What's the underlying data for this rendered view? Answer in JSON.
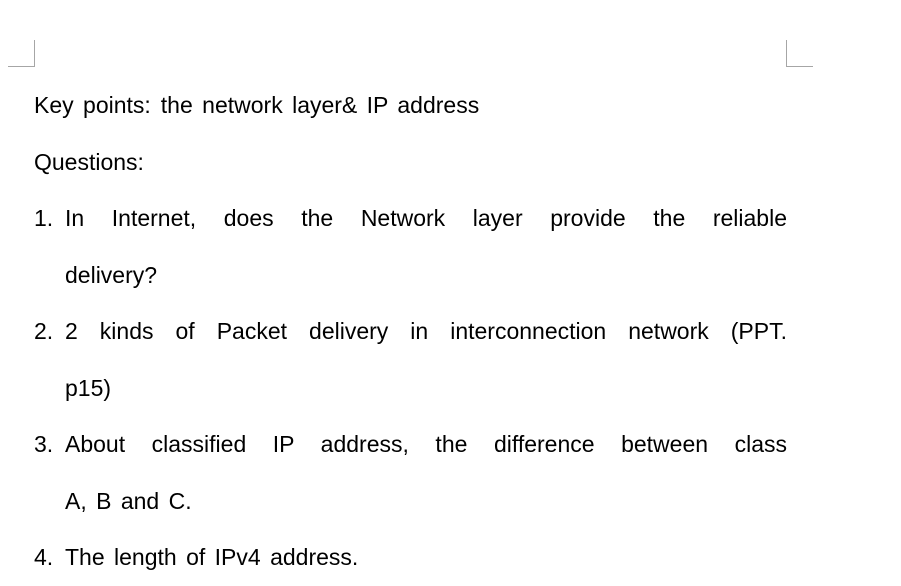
{
  "key_points": {
    "label": "Key points:",
    "text": "the network layer& IP address"
  },
  "questions_heading": "Questions:",
  "questions": [
    {
      "number": "1.",
      "line1": "In Internet, does the Network layer provide the reliable",
      "line2": "delivery?"
    },
    {
      "number": "2.",
      "line1": "2 kinds of Packet delivery in interconnection network (PPT.",
      "line2": "p15)"
    },
    {
      "number": "3.",
      "line1": "About classified IP address, the difference between class",
      "line2": "A, B and C."
    },
    {
      "number": "4.",
      "line1": "The length of IPv4 address."
    }
  ]
}
